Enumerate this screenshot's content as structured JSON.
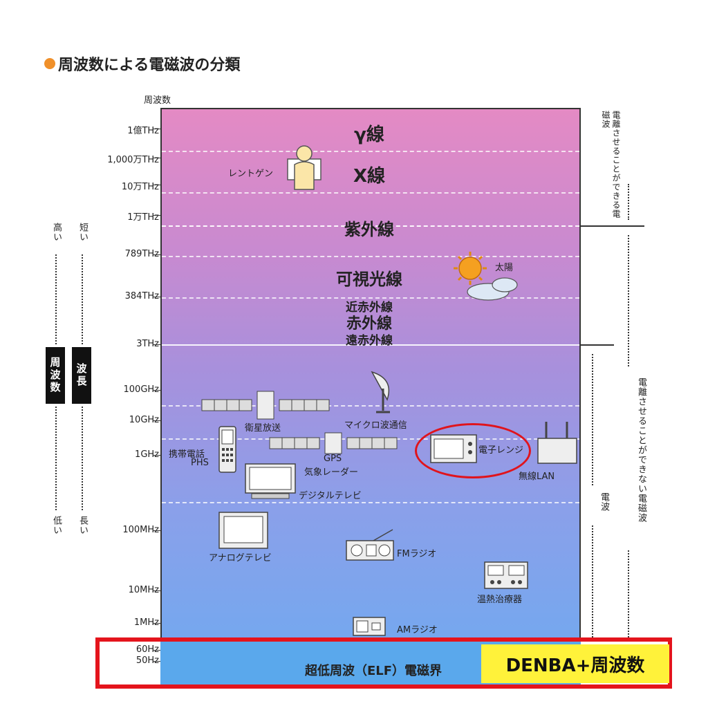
{
  "title": "周波数による電磁波の分類",
  "axis_title": "周波数",
  "ticks": [
    "1億THz",
    "1,000万THz",
    "10万THz",
    "1万THz",
    "789THz",
    "384THz",
    "3THz",
    "100GHz",
    "10GHz",
    "1GHz",
    "100MHz",
    "10MHz",
    "1MHz",
    "60Hz",
    "50Hz"
  ],
  "bands": {
    "gamma": "γ線",
    "xray": "X線",
    "uv": "紫外線",
    "visible": "可視光線",
    "near_ir": "近赤外線",
    "ir": "赤外線",
    "far_ir": "遠赤外線",
    "elf": "超低周波（ELF）電磁界"
  },
  "labels": {
    "xray_person": "レントゲン",
    "sun": "太陽",
    "satellite": "衛星放送",
    "microwave_comm": "マイクロ波通信",
    "gps": "GPS",
    "weather_radar": "気象レーダー",
    "mobile": "携帯電話",
    "phs": "PHS",
    "microwave_oven": "電子レンジ",
    "wireless_lan": "無線LAN",
    "digital_tv": "デジタルテレビ",
    "analog_tv": "アナログテレビ",
    "fm_radio": "FMラジオ",
    "thermal_device": "温熱治療器",
    "am_radio": "AMラジオ"
  },
  "left_scale": {
    "high": "高い",
    "short": "短い",
    "freq": "周波数",
    "wavelength": "波長",
    "low": "低い",
    "long": "長い"
  },
  "right_scale": {
    "ionizing": "電離させることができる電磁波",
    "non_ionizing": "電離させることができない電磁波",
    "radio_wave": "電波"
  },
  "highlight": "DENBA+周波数",
  "colors": {
    "highlight_border": "#e4141c",
    "highlight_fill": "#fff23a",
    "title_dot": "#f0902a"
  }
}
